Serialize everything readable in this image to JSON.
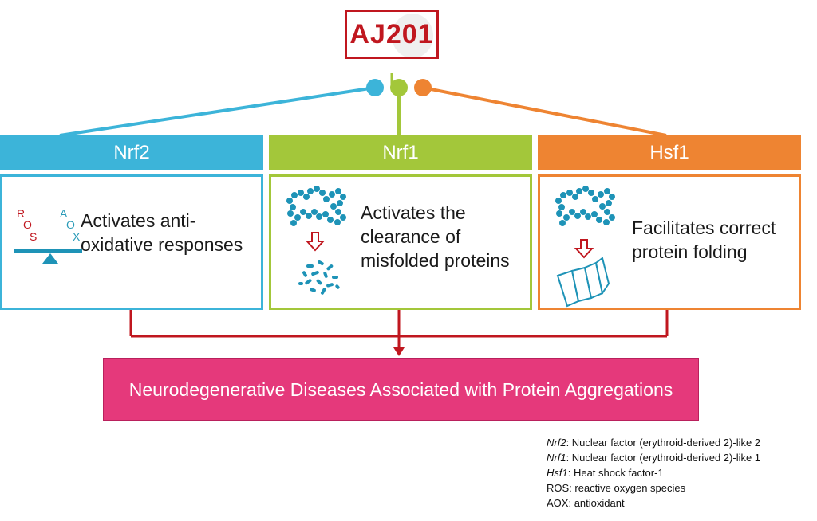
{
  "title": "AJ201",
  "branches": [
    {
      "label": "Nrf2",
      "color": "#3cb4d9",
      "description_lines": [
        "Activates anti-",
        "oxidative responses"
      ]
    },
    {
      "label": "Nrf1",
      "color": "#a3c73a",
      "description_lines": [
        "Activates the",
        "clearance of",
        "misfolded proteins"
      ]
    },
    {
      "label": "Hsf1",
      "color": "#ee8432",
      "description_lines": [
        "Facilitates correct",
        "protein folding"
      ]
    }
  ],
  "balance_icon": {
    "left_letters": [
      "R",
      "O",
      "S"
    ],
    "right_letters": [
      "A",
      "O",
      "X"
    ]
  },
  "outcome": "Neurodegenerative Diseases Associated with Protein Aggregations",
  "legend": [
    {
      "abbr": "Nrf2",
      "text": ": Nuclear factor (erythroid-derived 2)-like 2",
      "italic": true
    },
    {
      "abbr": "Nrf1",
      "text": ": Nuclear factor (erythroid-derived 2)-like 1",
      "italic": true
    },
    {
      "abbr": "Hsf1",
      "text": ": Heat shock factor-1",
      "italic": true
    },
    {
      "abbr": "ROS",
      "text": ": reactive oxygen species",
      "italic": false
    },
    {
      "abbr": "AOX",
      "text": ": antioxidant",
      "italic": false
    }
  ],
  "colors": {
    "title_red": "#c0171f",
    "arrow_red": "#c0171f",
    "outcome_pink": "#e5397b",
    "protein_blue": "#1e93b7"
  }
}
